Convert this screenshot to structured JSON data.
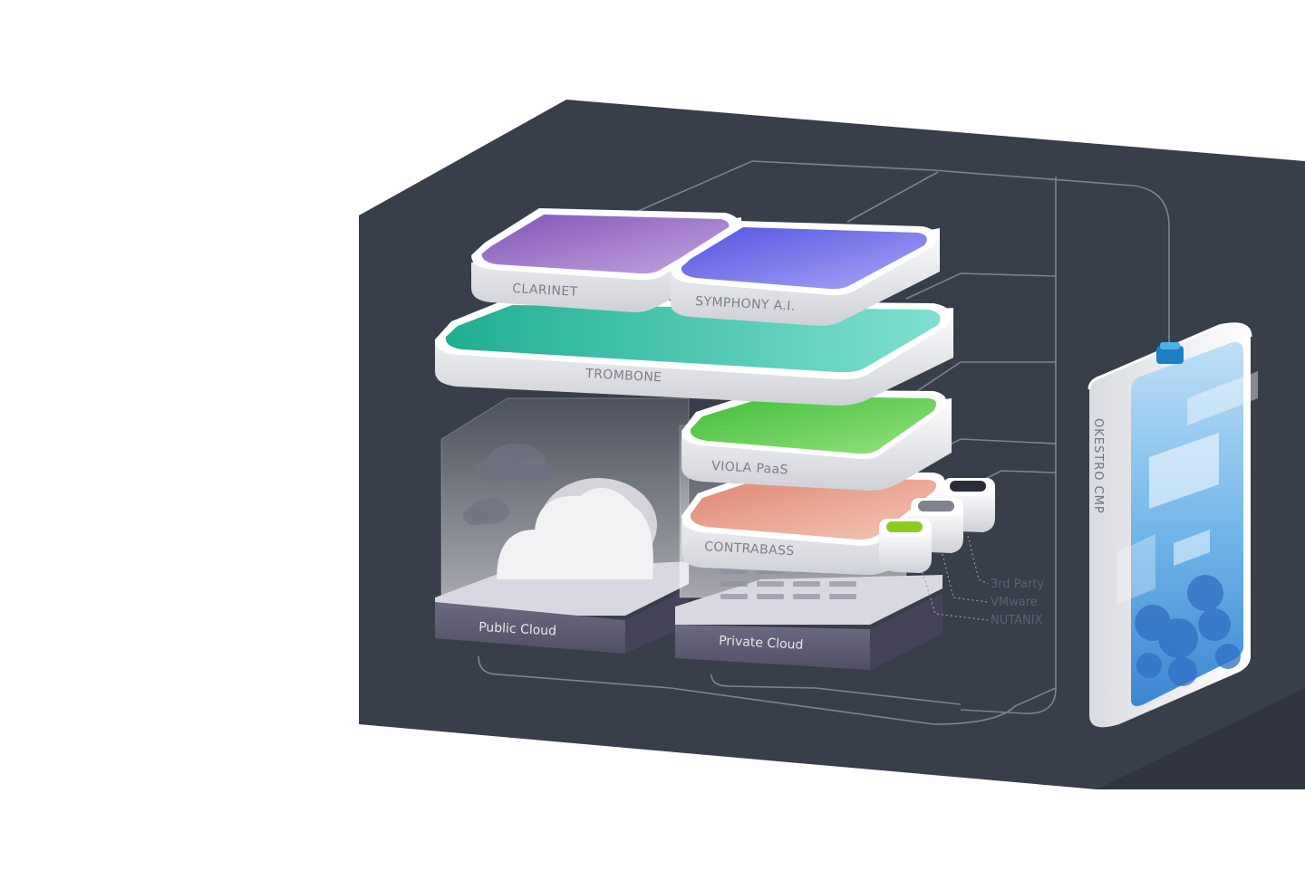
{
  "modules": {
    "clarinet": "CLARINET",
    "symphony": "SYMPHONY A.I.",
    "trombone": "TROMBONE",
    "viola": "VIOLA PaaS",
    "contrabass": "CONTRABASS"
  },
  "clouds": {
    "public": "Public Cloud",
    "private": "Private Cloud"
  },
  "hypervisors": [
    "3rd Party",
    "VMware",
    "NUTANIX"
  ],
  "cmp": {
    "label": "OKESTRO CMP"
  },
  "colors": {
    "box_back": "#383e4a",
    "box_side": "#2f3440",
    "clarinet": "#9a72c8",
    "symphony": "#6f6ff0",
    "trombone": "#3cc7ac",
    "viola": "#5fcf55",
    "contrabass": "#e9957d",
    "cmp_screen": "#5aa5e2"
  }
}
